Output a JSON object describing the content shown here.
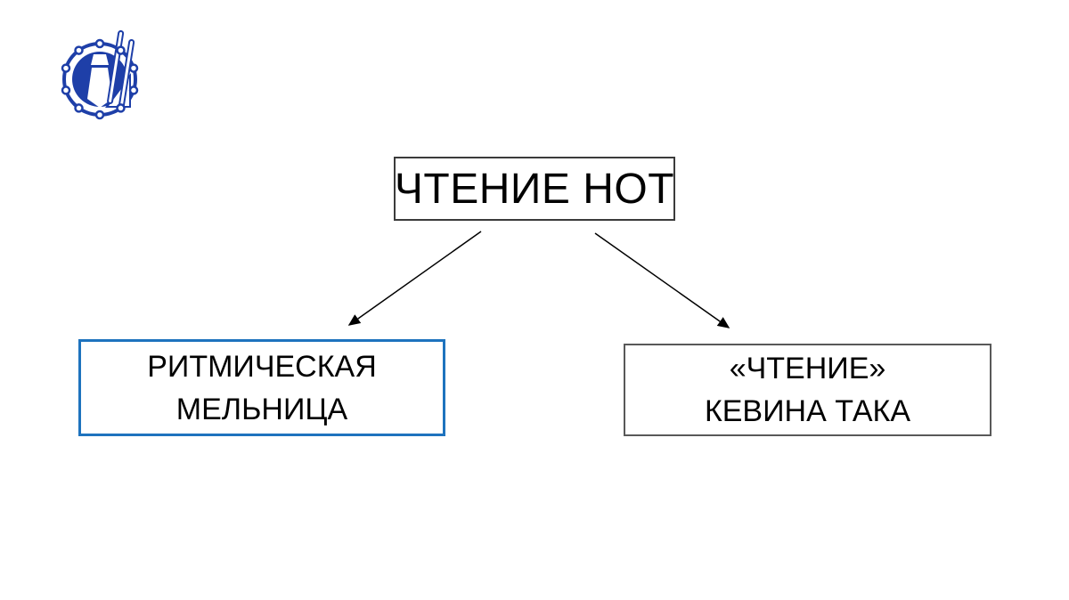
{
  "page": {
    "background": "#ffffff"
  },
  "logo": {
    "icon": "drum-with-drumsticks-logo",
    "color": "#1e3fa8"
  },
  "diagram": {
    "root": {
      "label": "ЧТЕНИЕ НОТ",
      "border_color": "#3b3b3b"
    },
    "children": [
      {
        "lines": [
          "РИТМИЧЕСКАЯ",
          "МЕЛЬНИЦА"
        ],
        "border_color": "#1e73be"
      },
      {
        "lines": [
          "«ЧТЕНИЕ»",
          "КЕВИНА ТАКА"
        ],
        "border_color": "#595959"
      }
    ],
    "arrow_color": "#000000"
  }
}
